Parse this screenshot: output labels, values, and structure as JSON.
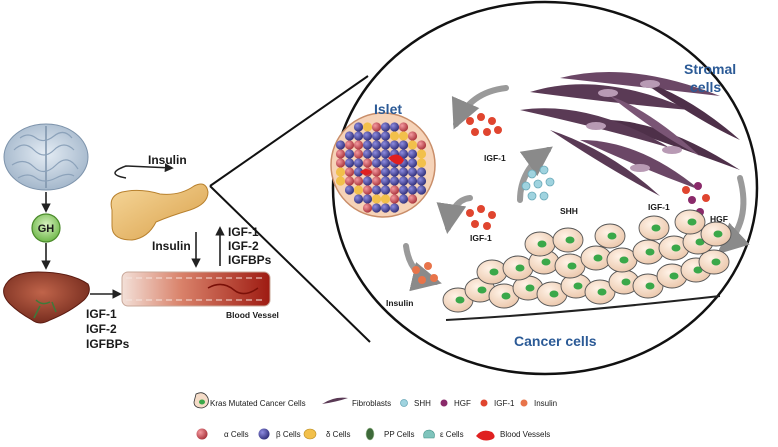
{
  "left_panel": {
    "gh_label": "GH",
    "pancreas_insulin_label": "Insulin",
    "down_insulin_label": "Insulin",
    "up_factors": [
      "IGF-1",
      "IGF-2",
      "IGFBPs"
    ],
    "liver_factors": [
      "IGF-1",
      "IGF-2",
      "IGFBPs"
    ],
    "blood_vessel_label": "Blood Vessel"
  },
  "zoom_panel": {
    "islet_label": "Islet",
    "stromal_label_line1": "Stromal",
    "stromal_label_line2": "cells",
    "igf1_top_label": "IGF-1",
    "shh_label": "SHH",
    "igf1_mid_label": "IGF-1",
    "igf1_right_label": "IGF-1",
    "hgf_label": "HGF",
    "insulin_label": "Insulin",
    "cancer_label": "Cancer cells"
  },
  "legend": {
    "row1": [
      "Kras Mutated Cancer Cells",
      "Fibroblasts",
      "SHH",
      "HGF",
      "IGF-1",
      "Insulin"
    ],
    "row2": [
      "α Cells",
      "β Cells",
      "δ Cells",
      "PP Cells",
      "ε Cells",
      "Blood Vessels"
    ]
  },
  "colors": {
    "igf1_dot": "#e0452f",
    "shh_dot": "#9fd3df",
    "hgf_dot": "#8a2a6a",
    "insulin_dot": "#e8744a",
    "alpha_cell": "#d4545a",
    "beta_cell": "#4b4a9c",
    "delta_cell": "#f2c04b",
    "pp_cell": "#3e6a3a",
    "epsilon_cell": "#7fc4bc",
    "blood_vessel": "#e02020",
    "fibroblast": "#5a3a55",
    "cancer_cell_body": "#f5dcc8",
    "cancer_cell_nucleus": "#3aa84a",
    "title_blue": "#2b5a96"
  }
}
